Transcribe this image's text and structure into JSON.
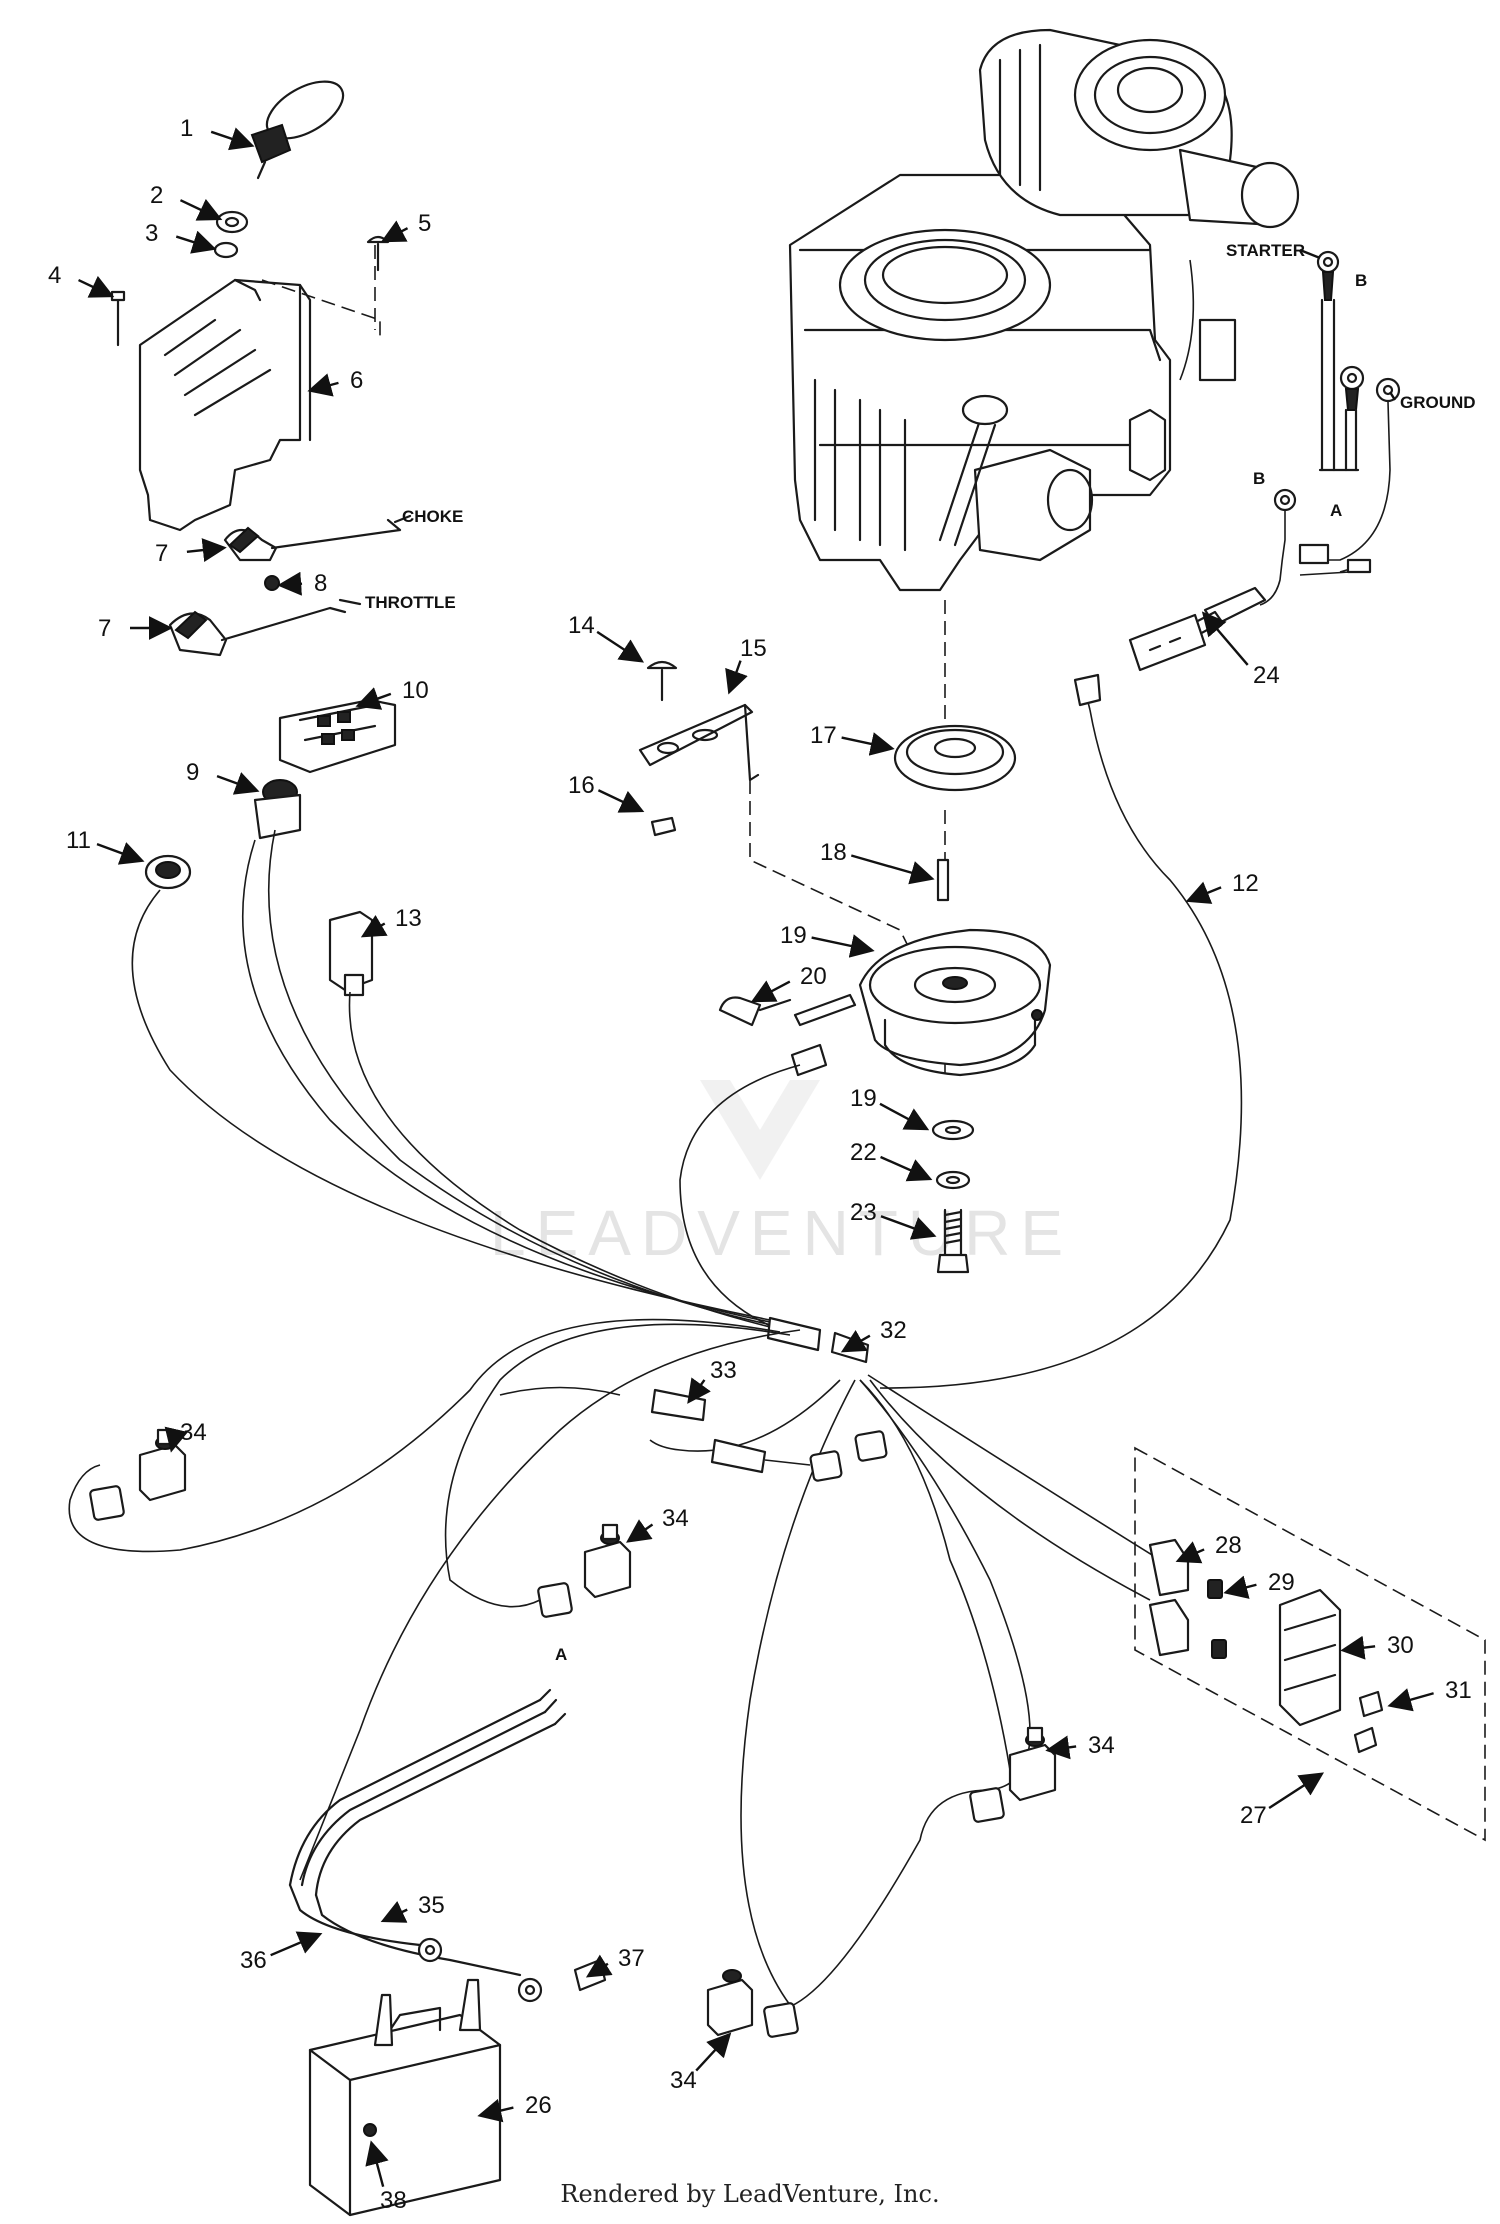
{
  "labels": {
    "starter": "STARTER",
    "ground": "GROUND",
    "choke": "CHOKE",
    "throttle": "THROTTLE",
    "b_top": "B",
    "b_left": "B",
    "a_top": "A",
    "a_cable": "A"
  },
  "callouts": [
    "1",
    "2",
    "3",
    "4",
    "5",
    "6",
    "7",
    "7",
    "8",
    "9",
    "10",
    "11",
    "12",
    "13",
    "14",
    "15",
    "16",
    "17",
    "18",
    "19",
    "19",
    "20",
    "22",
    "23",
    "24",
    "26",
    "27",
    "28",
    "29",
    "30",
    "31",
    "32",
    "33",
    "34",
    "34",
    "34",
    "34",
    "35",
    "36",
    "37",
    "38"
  ],
  "watermark": "LEADVENTURE",
  "footer": "Rendered by LeadVenture, Inc."
}
